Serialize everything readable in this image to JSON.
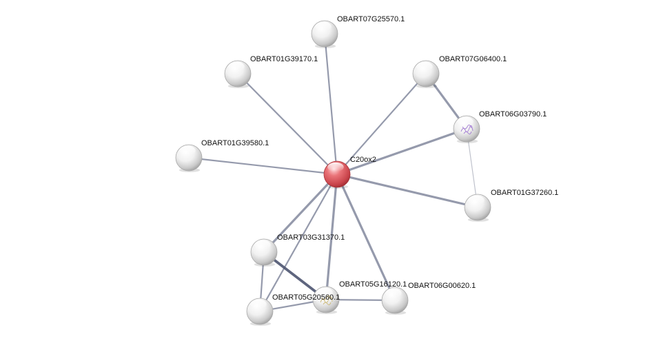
{
  "network": {
    "nodes": [
      {
        "id": "center",
        "label": "C20ox2",
        "kind": "query",
        "icon": "sphere-node-red"
      },
      {
        "id": "n1",
        "label": "OBART07G25570.1",
        "kind": "partner",
        "icon": "sphere-node-white"
      },
      {
        "id": "n2",
        "label": "OBART01G39170.1",
        "kind": "partner",
        "icon": "sphere-node-white"
      },
      {
        "id": "n3",
        "label": "OBART07G06400.1",
        "kind": "partner",
        "icon": "sphere-node-white"
      },
      {
        "id": "n4",
        "label": "OBART06G03790.1",
        "kind": "partner",
        "icon": "protein-structure-icon"
      },
      {
        "id": "n5",
        "label": "OBART01G39580.1",
        "kind": "partner",
        "icon": "sphere-node-white"
      },
      {
        "id": "n6",
        "label": "OBART01G37260.1",
        "kind": "partner",
        "icon": "sphere-node-white"
      },
      {
        "id": "n7",
        "label": "OBART03G31370.1",
        "kind": "partner",
        "icon": "sphere-node-white"
      },
      {
        "id": "n8",
        "label": "OBART05G16120.1",
        "kind": "partner",
        "icon": "protein-structure-icon"
      },
      {
        "id": "n9",
        "label": "OBART06G00620.1",
        "kind": "partner",
        "icon": "sphere-node-white"
      },
      {
        "id": "n10",
        "label": "OBART05G20560.1",
        "kind": "partner",
        "icon": "sphere-node-white"
      }
    ],
    "edges": [
      {
        "source": "center",
        "target": "n1",
        "strength": 2
      },
      {
        "source": "center",
        "target": "n2",
        "strength": 2
      },
      {
        "source": "center",
        "target": "n3",
        "strength": 2
      },
      {
        "source": "center",
        "target": "n4",
        "strength": 3
      },
      {
        "source": "center",
        "target": "n5",
        "strength": 2
      },
      {
        "source": "center",
        "target": "n6",
        "strength": 3
      },
      {
        "source": "center",
        "target": "n7",
        "strength": 3
      },
      {
        "source": "center",
        "target": "n8",
        "strength": 3
      },
      {
        "source": "center",
        "target": "n9",
        "strength": 3
      },
      {
        "source": "center",
        "target": "n10",
        "strength": 2
      },
      {
        "source": "n3",
        "target": "n4",
        "strength": 3
      },
      {
        "source": "n4",
        "target": "n6",
        "strength": 1
      },
      {
        "source": "n7",
        "target": "n8",
        "strength": 4
      },
      {
        "source": "n7",
        "target": "n10",
        "strength": 2
      },
      {
        "source": "n10",
        "target": "n8",
        "strength": 2
      },
      {
        "source": "n8",
        "target": "n9",
        "strength": 2
      }
    ],
    "colors": {
      "edge": "#8a8fa3",
      "edge_strong": "#4d5470",
      "query_node": "#e05c62",
      "partner_node": "#f2f2f2"
    }
  }
}
